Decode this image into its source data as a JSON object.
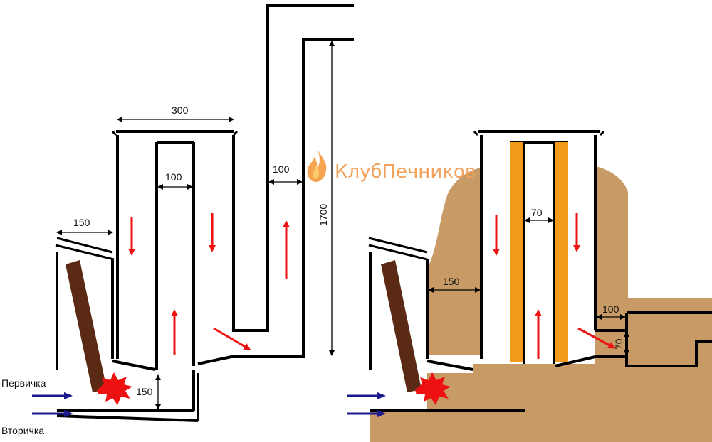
{
  "colors": {
    "wall": "#000000",
    "flow_arrow": "#ee1111",
    "air_arrow": "#1a1a8c",
    "wood": "#5a2a14",
    "fire": "#ee1111",
    "insulation": "#c89a66",
    "liner": "#f39a1c",
    "watermark": "#f1a25c"
  },
  "icons": [
    "flame-logo-icon",
    "fire-burst-icon",
    "firewood-log-icon"
  ],
  "watermark": {
    "text": "КлубПечников"
  },
  "left_diagram": {
    "dims": {
      "riser_outer_width": "300",
      "riser_inner_width": "100",
      "feed_width": "150",
      "tunnel_height": "150",
      "chimney_width": "100",
      "chimney_height": "1700"
    },
    "air_labels": {
      "primary": "Первичка",
      "secondary": "Вторичка"
    }
  },
  "right_diagram": {
    "dims": {
      "riser_inner_width": "70",
      "insulation_thickness": "150",
      "exhaust_width": "100",
      "exhaust_height": "70"
    }
  }
}
